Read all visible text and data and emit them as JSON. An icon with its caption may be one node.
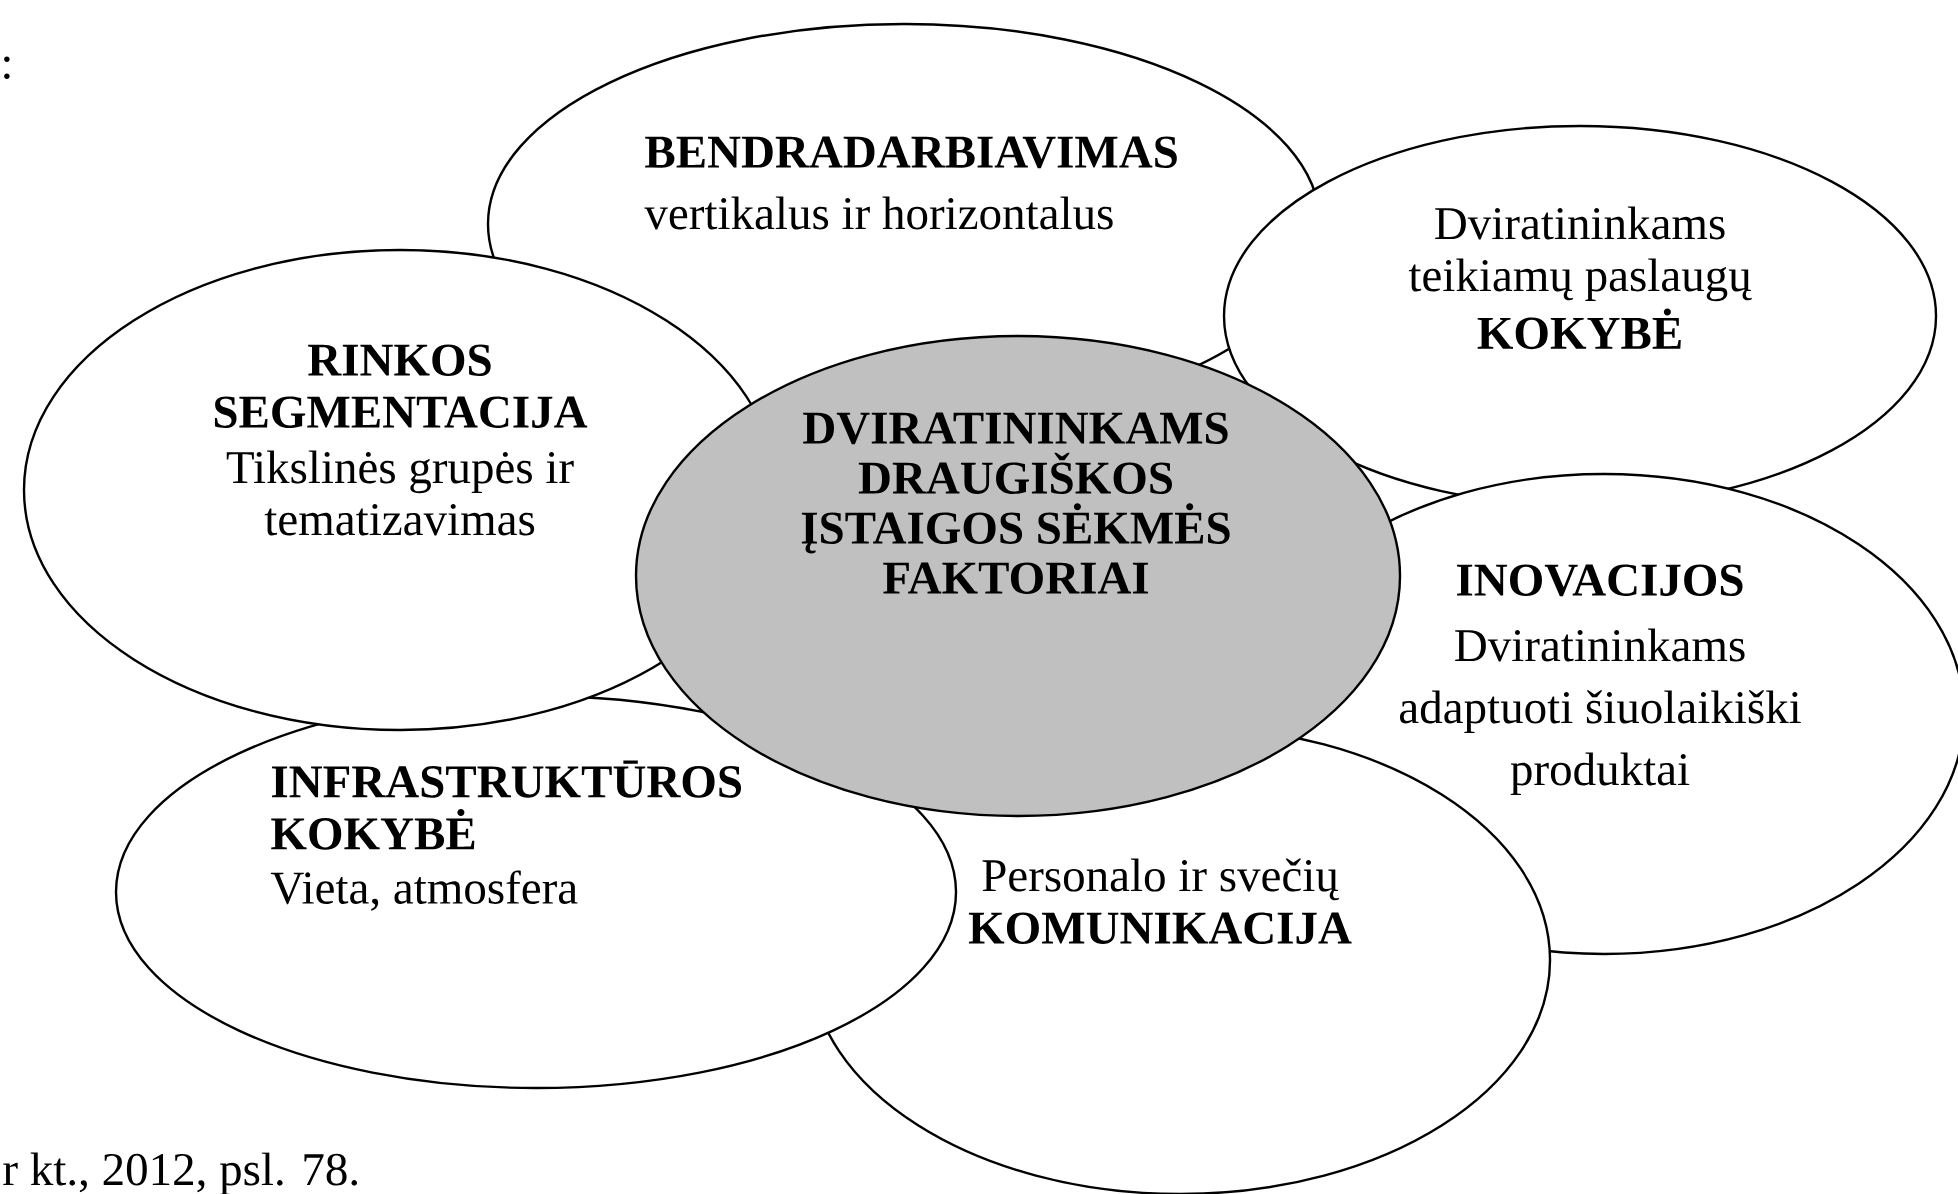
{
  "diagram": {
    "nodes": [
      {
        "text": [
          "BENDRADARBIAVIMAS",
          "vertikalus ir horizontalus"
        ]
      },
      {
        "text": [
          "Dviratininkams teikiamų paslaugų",
          "KOKYBĖ"
        ]
      },
      {
        "text": [
          "RINKOS SEGMENTACIJA",
          "Tikslinės grupės ir tematizavimas"
        ]
      },
      {
        "text": [
          "DVIRATININKAMS DRAUGIŠKOS ĮSTAIGOS SĖKMĖS FAKTORIAI"
        ]
      },
      {
        "text": [
          "INOVACIJOS",
          "Dviratininkams adaptuoti šiuolaikiški produktai"
        ]
      },
      {
        "text": [
          "INFRASTRUKTŪROS KOKYBĖ",
          "Vieta, atmosfera"
        ]
      },
      {
        "text": [
          "Personalo ir svečių",
          "KOMUNIKACIJA"
        ]
      }
    ],
    "labels": [
      ":",
      "r kt., 2012, psl. 78."
    ]
  }
}
